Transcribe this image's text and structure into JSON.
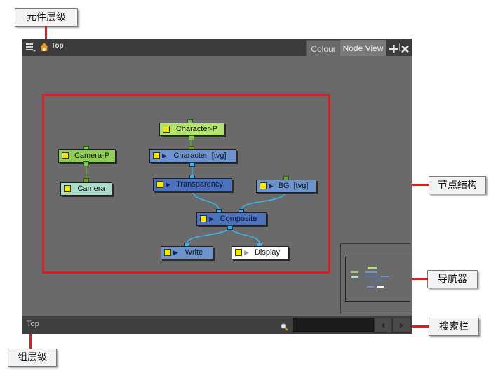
{
  "annotations": {
    "element_hierarchy": "元件层级",
    "node_structure": "节点结构",
    "navigator": "导航器",
    "search_bar": "搜索栏",
    "group_hierarchy": "组层级"
  },
  "titlebar": {
    "breadcrumb": "Top",
    "tabs": [
      {
        "label": "Colour",
        "active": false
      },
      {
        "label": "Node View",
        "active": true
      }
    ]
  },
  "nodes": {
    "character_p": "Character-P",
    "camera_p": "Camera-P",
    "character": "Character  [tvg]",
    "camera": "Camera",
    "transparency": "Transparency",
    "bg": "BG  [tvg]",
    "composite": "Composite",
    "write": "Write",
    "display": "Display"
  },
  "statusbar": {
    "group_path": "Top",
    "search_value": ""
  },
  "colors": {
    "peg_node": "#b2e36a",
    "camera_node": "#a8dcc8",
    "drawing_node": "#6d93cf",
    "effect_node": "#4a72bd",
    "display_node": "#ffffff",
    "wire": "#35b5ea",
    "peg_wire": "#6aa12b",
    "callout_line": "#d42020"
  },
  "icons": {
    "menu": "hamburger-menu-icon",
    "home": "home-icon",
    "add": "plus-icon",
    "close": "close-icon",
    "search": "magnifier-icon",
    "prev": "left-arrow-icon",
    "next": "right-arrow-icon"
  }
}
